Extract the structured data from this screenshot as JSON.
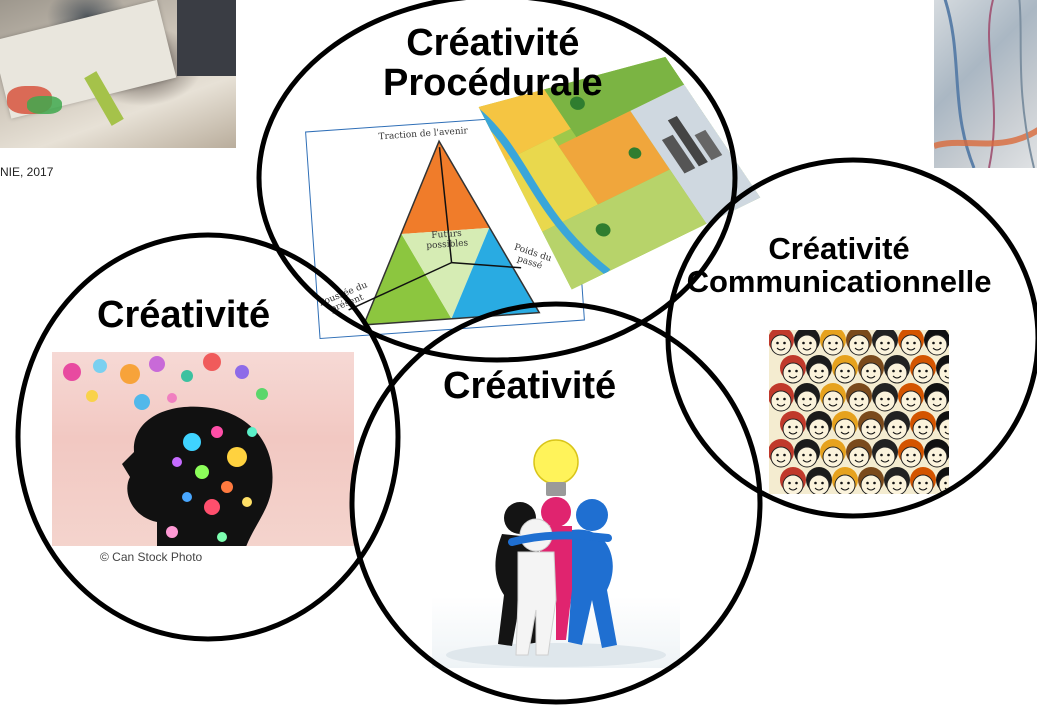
{
  "headings": {
    "procedural_line1": "Créativité",
    "procedural_line2": "Procédurale",
    "left": "Créativité",
    "bottom": "Créativité",
    "communicational_line1": "Créativité",
    "communicational_line2": "Communicationnelle"
  },
  "caption_top_left": "NIE, 2017",
  "triangle_diagram": {
    "top_label": "Traction de l'avenir",
    "center_label_line1": "Futurs",
    "center_label_line2": "possibles",
    "left_label_line1": "Poussée du",
    "left_label_line2": "présent",
    "right_label_line1": "Poids du",
    "right_label_line2": "passé",
    "colors": {
      "top": "#f07c2a",
      "left": "#8cc63f",
      "right": "#29abe2",
      "frame": "#2f6fb7"
    }
  },
  "head_image": {
    "credit": "© Can Stock Photo"
  },
  "colors": {
    "circle_stroke": "#000000",
    "text": "#000000"
  }
}
